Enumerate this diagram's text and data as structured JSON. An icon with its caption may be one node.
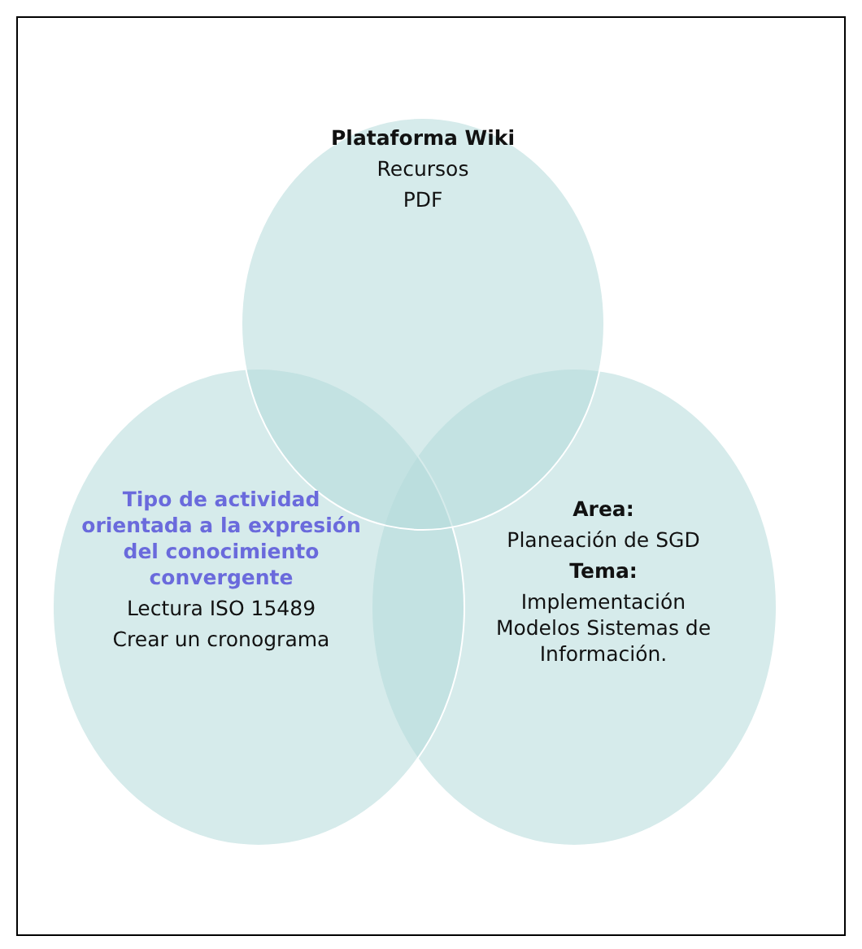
{
  "diagram": {
    "nodes": [
      {
        "text": [
          "Plataforma Wiki",
          "Recursos",
          "PDF"
        ]
      },
      {
        "text": [
          "Tipo de actividad orientada a la expresión del conocimiento convergente",
          "Lectura ISO 15489",
          "Crear un cronograma"
        ]
      },
      {
        "text": [
          "Area:",
          "Planeación de SGD",
          "Tema:",
          "Implementación Modelos Sistemas de Información."
        ]
      }
    ]
  }
}
